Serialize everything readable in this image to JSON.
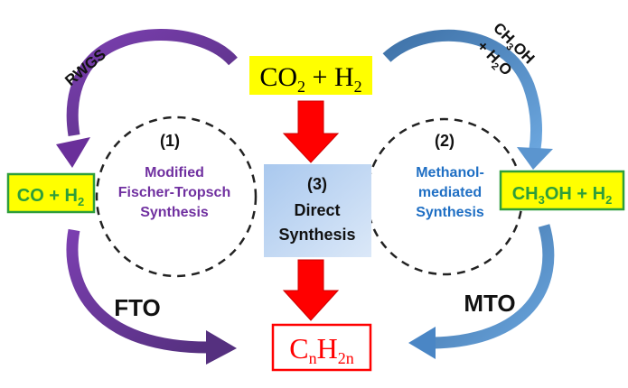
{
  "colors": {
    "purple": "#6a2f9a",
    "blue": "#4a86c5",
    "red": "#ff0000",
    "yellow": "#ffff00",
    "green": "#2e9e3a",
    "methanol_text": "#1f6fc4",
    "mfts_text": "#7030a0"
  },
  "reactant": {
    "a": "CO",
    "a_sub": "2",
    "plus": " + H",
    "b_sub": "2"
  },
  "product": {
    "c": "C",
    "c_sub": "n",
    "h": "H",
    "h_sub": "2n"
  },
  "syngas": {
    "main": "CO + H",
    "sub": "2"
  },
  "methanol": {
    "a": "CH",
    "a_sub": "3",
    "b": "OH + H",
    "b_sub": "2"
  },
  "routes": {
    "r1": {
      "num": "(1)",
      "line1": "Modified",
      "line2": "Fischer-Tropsch",
      "line3": "Synthesis"
    },
    "r2": {
      "num": "(2)",
      "line1": "Methanol-",
      "line2": "mediated",
      "line3": "Synthesis"
    },
    "r3": {
      "num": "(3)",
      "line1": "Direct",
      "line2": "Synthesis"
    }
  },
  "arrows": {
    "rwgs": "RWGS",
    "ch3oh_a": "CH",
    "ch3oh_sub": "3",
    "ch3oh_b": "OH",
    "h2o_a": "+ H",
    "h2o_sub": "2",
    "h2o_b": "O",
    "fto": "FTO",
    "mto": "MTO"
  }
}
